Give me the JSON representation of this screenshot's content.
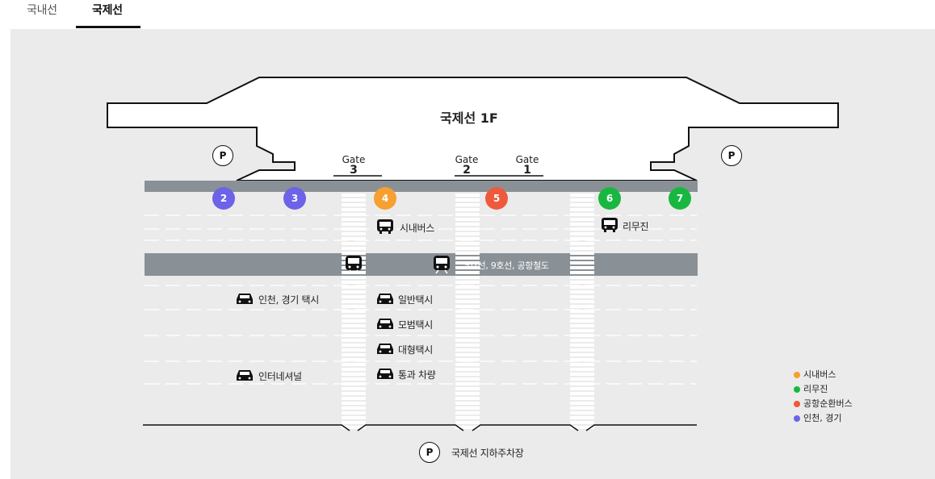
{
  "tabs": [
    {
      "label": "국내선",
      "active": false
    },
    {
      "label": "국제선",
      "active": true
    }
  ],
  "map": {
    "title": "국제선 1F",
    "gate_word": "Gate",
    "gates": [
      "3",
      "2",
      "1"
    ],
    "parking_symbol": "P",
    "stops": [
      {
        "label": "2",
        "color": "#6c63e8"
      },
      {
        "label": "3",
        "color": "#6c63e8"
      },
      {
        "label": "4",
        "color": "#f5a030"
      },
      {
        "label": "5",
        "color": "#ee5a3c"
      },
      {
        "label": "6",
        "color": "#18b840"
      },
      {
        "label": "7",
        "color": "#18b840"
      }
    ],
    "city_bus": "시내버스",
    "limousine": "리무진",
    "subway": "5호선, 9호선, 공항철도",
    "taxi_incheon": "인천, 경기 택시",
    "taxi_intl": "인터네셔널",
    "taxi_regular": "일반택시",
    "taxi_deluxe": "모범택시",
    "taxi_large": "대형택시",
    "pass_vehicle": "통과 차량",
    "underground_parking": "국제선 지하주차장"
  },
  "legend": [
    {
      "label": "시내버스",
      "color": "#f5a030"
    },
    {
      "label": "리무진",
      "color": "#18b840"
    },
    {
      "label": "공항순환버스",
      "color": "#ee5a3c"
    },
    {
      "label": "인천, 경기",
      "color": "#6c63e8"
    }
  ],
  "colors": {
    "road": "#8a9196",
    "background": "#ebebeb",
    "accent": "#111111"
  }
}
